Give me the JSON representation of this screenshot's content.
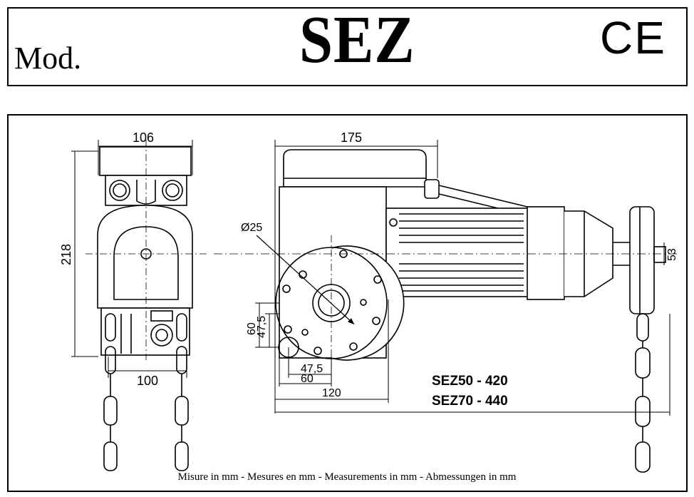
{
  "header": {
    "mod_label": "Mod.",
    "model_name": "SEZ",
    "certification_mark": "CE"
  },
  "front_view": {
    "width_top": "106",
    "height": "218",
    "width_bottom": "100"
  },
  "side_view": {
    "width_top": "175",
    "shaft_diameter": "Ø25",
    "vert_60": "60",
    "vert_47_5": "47,5",
    "horiz_47_5": "47,5",
    "horiz_60": "60",
    "horiz_120": "120",
    "right_dim": "53"
  },
  "models": {
    "sez50": "SEZ50 - 420",
    "sez70": "SEZ70 - 440"
  },
  "caption": "Misure in mm - Mesures en mm - Measurements in mm - Abmessungen in mm"
}
